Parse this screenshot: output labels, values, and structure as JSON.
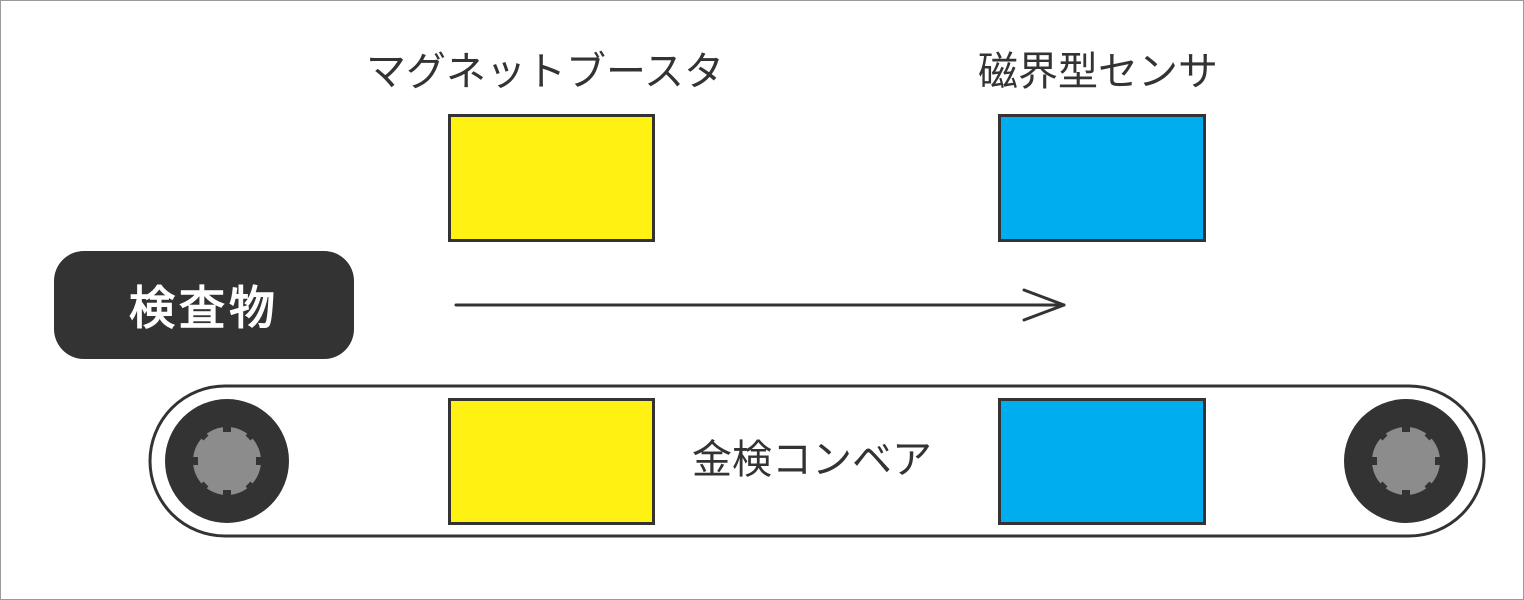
{
  "labels": {
    "magnet_booster": "マグネットブースタ",
    "magnetic_sensor": "磁界型センサ",
    "inspected_object": "検査物",
    "conveyor": "金検コンベア"
  },
  "colors": {
    "booster": "#fff212",
    "sensor": "#00aeef",
    "outline": "#333333",
    "roller_hub": "#8c8c8c"
  },
  "icons": {
    "direction": "arrow-right-icon",
    "roller": "roller-icon"
  }
}
